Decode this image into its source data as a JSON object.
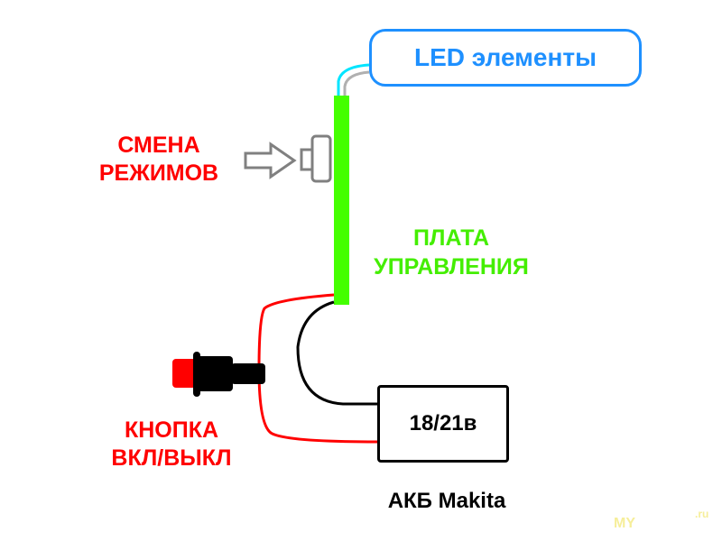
{
  "diagram": {
    "led_box": {
      "label": "LED элементы",
      "color": "#1e90ff"
    },
    "mode_switch": {
      "label_line1": "СМЕНА",
      "label_line2": "РЕЖИМОВ",
      "color": "#ff0000"
    },
    "control_board": {
      "label_line1": "ПЛАТА",
      "label_line2": "УПРАВЛЕНИЯ",
      "color": "#44ee00"
    },
    "power_button": {
      "label_line1": "КНОПКА",
      "label_line2": "ВКЛ/ВЫКЛ",
      "color": "#ff0000"
    },
    "battery": {
      "voltage": "18/21в",
      "caption": "АКБ Makita"
    },
    "wires": {
      "red": "#ff0000",
      "black": "#000000",
      "cyan": "#00e5ff",
      "gray": "#b0b0b0"
    },
    "watermark": {
      "left": "MY",
      "right": ".ru"
    }
  }
}
